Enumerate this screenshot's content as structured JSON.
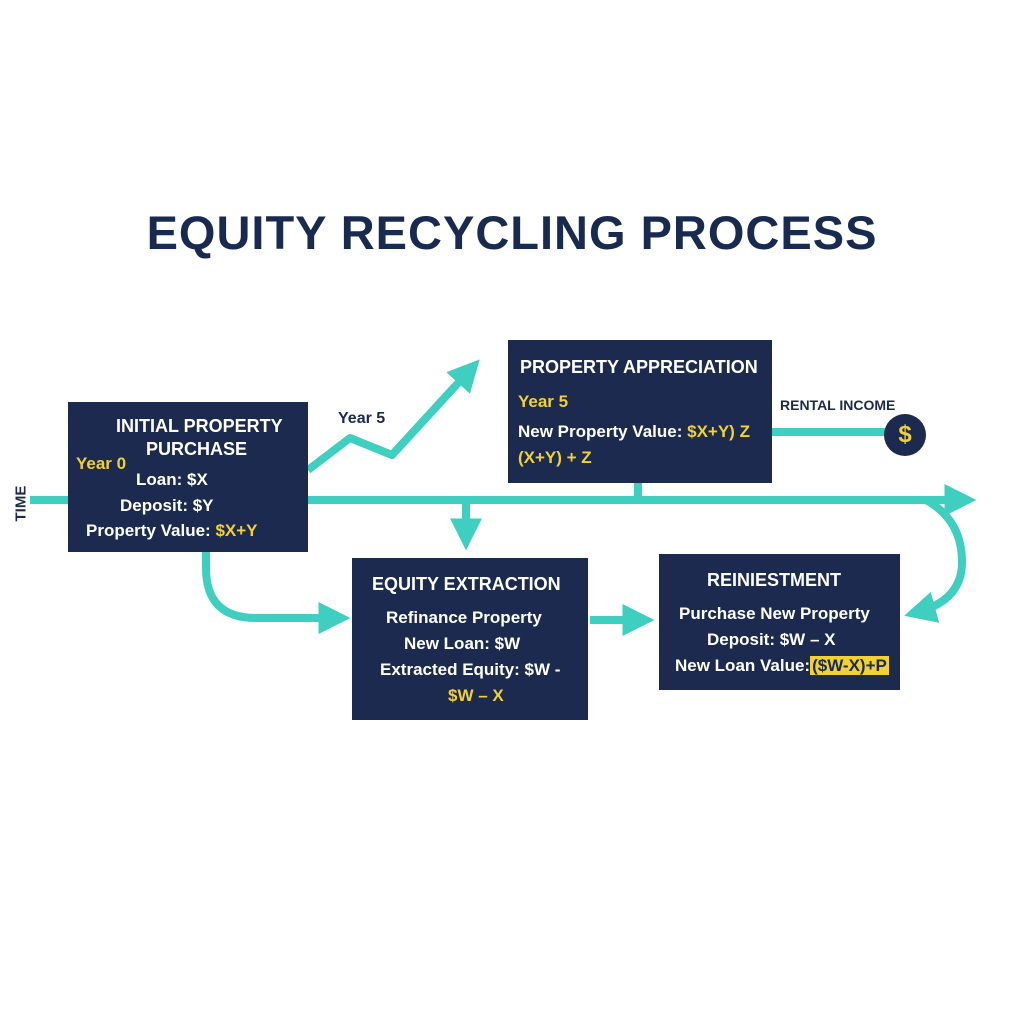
{
  "title": "EQUITY RECYCLING PROCESS",
  "axis_label": "TIME",
  "year5_label": "Year 5",
  "rental_income_label": "RENTAL INCOME",
  "dollar_symbol": "$",
  "colors": {
    "navy": "#1b2a4e",
    "teal": "#3ecfc1",
    "yellow": "#f2d232",
    "background": "#ffffff"
  },
  "initial": {
    "title_line1": "INITIAL PROPERTY",
    "title_line2": "PURCHASE",
    "year": "Year 0",
    "loan": "Loan: $X",
    "deposit": "Deposit: $Y",
    "value_prefix": "Property Value: ",
    "value_highlight": "$X+Y"
  },
  "appreciation": {
    "title": "PROPERTY APPRECIATION",
    "year": "Year 5",
    "value_prefix": "New Property Value: ",
    "value_highlight": "$X+Y) Z",
    "value_line2": "(X+Y) + Z"
  },
  "extraction": {
    "title": "EQUITY EXTRACTION",
    "line1": "Refinance Property",
    "line2": "New Loan: $W",
    "line3": "Extracted Equity: $W -",
    "line4": "$W – X"
  },
  "reinvestment": {
    "title": "REINIESTMENT",
    "line1": "Purchase New Property",
    "line2": "Deposit: $W – X",
    "value_prefix": "New Loan Value:",
    "value_highlight": "($W-X)+P"
  }
}
